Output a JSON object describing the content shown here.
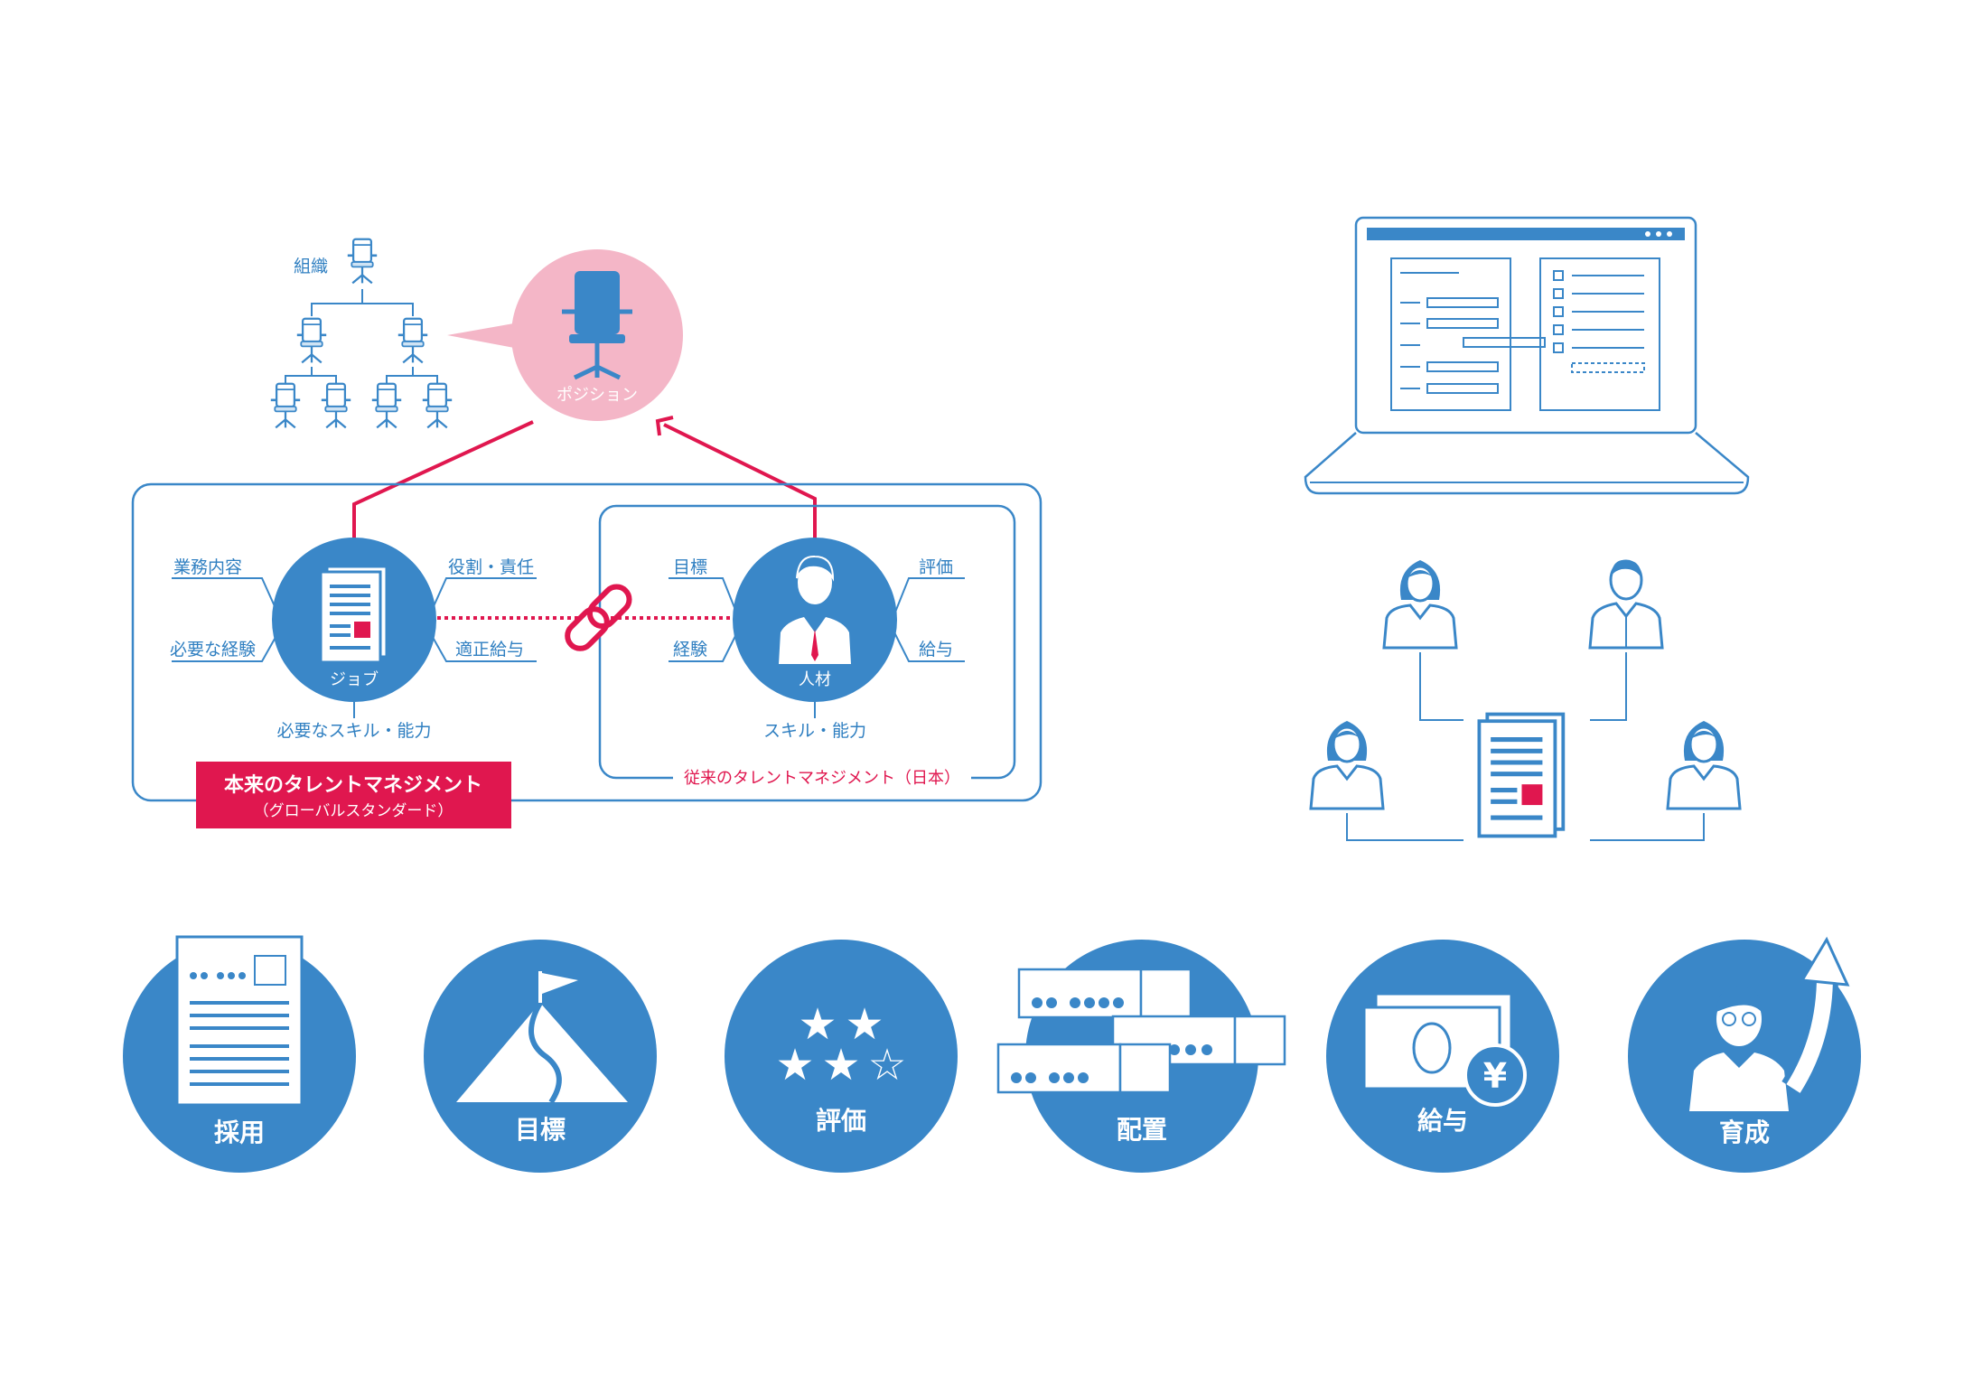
{
  "colors": {
    "blue": "#3a87c8",
    "pink": "#f4b6c7",
    "red": "#e0174f"
  },
  "org": {
    "label": "組織",
    "position_label": "ポジション"
  },
  "job": {
    "center_label": "ジョブ",
    "items": [
      "業務内容",
      "必要な経験",
      "役割・責任",
      "適正給与"
    ],
    "bottom": "必要なスキル・能力"
  },
  "person": {
    "center_label": "人材",
    "items": [
      "目標",
      "経験",
      "評価",
      "給与"
    ],
    "bottom": "スキル・能力"
  },
  "boxes": {
    "true_tm_line1": "本来のタレントマネジメント",
    "true_tm_line2": "（グローバルスタンダード）",
    "conventional_tm": "従来のタレントマネジメント（日本）"
  },
  "functions": [
    "採用",
    "目標",
    "評価",
    "配置",
    "給与",
    "育成"
  ],
  "money_symbol": "¥"
}
